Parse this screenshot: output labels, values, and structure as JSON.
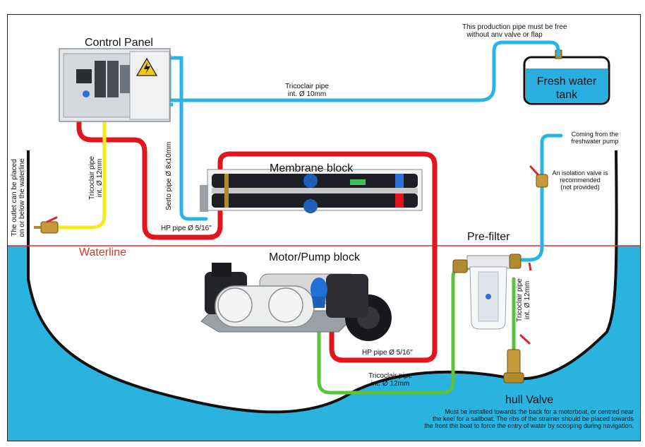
{
  "labels": {
    "control_panel": "Control Panel",
    "production_pipe_note_1": "This production pipe must be free",
    "production_pipe_note_2": "without anv valve or flap",
    "fresh_water_tank_1": "Fresh water",
    "fresh_water_tank_2": "tank",
    "tricoclair_10_1": "Tricoclair pipe",
    "tricoclair_10_2": "int. Ø 10mm",
    "coming_from_1": "Coming from the",
    "coming_from_2": "freshwater pump",
    "membrane_block": "Membrane block",
    "isolation_1": "An isolation valve is",
    "isolation_2": "recommended",
    "isolation_3": "(not provided)",
    "outlet_1": "The outlet can be placed",
    "outlet_2": "on or below the waterline",
    "tricoclair_12_left_1": "Tricoclair pipe",
    "tricoclair_12_left_2": "int. Ø 12mm",
    "serto_pipe": "Serto pipe Ø 8x10mm",
    "hp_pipe_top": "HP pipe Ø 5/16\"",
    "waterline": "Waterline",
    "pre_filter": "Pre-filter",
    "motor_pump_block": "Motor/Pump block",
    "tricoclair_12_right_1": "Tricoclair pipe",
    "tricoclair_12_right_2": "int. Ø 12mm",
    "hp_pipe_bottom": "HP pipe Ø 5/16\"",
    "tricoclair_12_bottom_1": "Tricoclair pipe",
    "tricoclair_12_bottom_2": "int. Ø 12mm",
    "hull_valve": "hull Valve",
    "hull_note_1": "Must be installed towards the back for a motorboat, or centred near",
    "hull_note_2": "the keel for a sailboat. The ribs of the strainer should be placed towards",
    "hull_note_3": "the front the boat to force the entry of water by scooping during navigation."
  },
  "colors": {
    "sea": "#2bb3e0",
    "tank_water": "#2aaee0",
    "pipe_blue": "#29b3e6",
    "pipe_red": "#e3141b",
    "pipe_yellow": "#f5ea1a",
    "pipe_green": "#5ec23a",
    "waterline": "#d9342b"
  }
}
